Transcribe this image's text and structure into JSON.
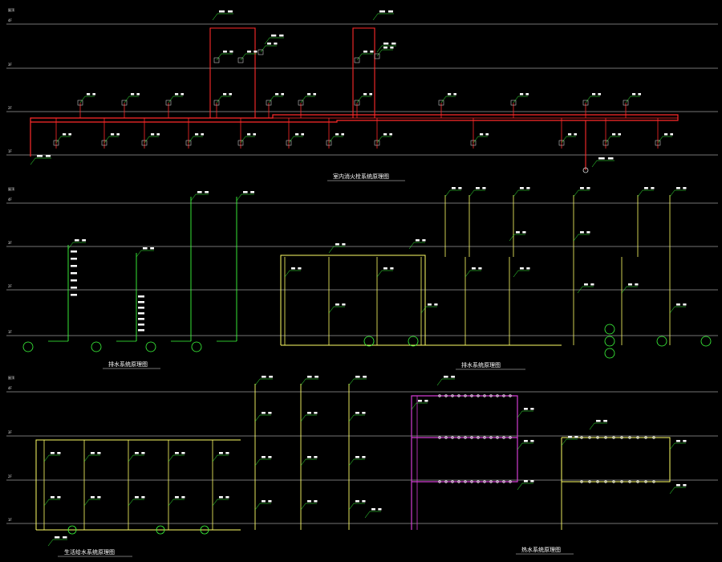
{
  "drawing": {
    "background": "#000000",
    "colors": {
      "floor_line": "#e6e6e6",
      "fire_pipe": "#ff2a2a",
      "drain_pipe": "#3cff3c",
      "supply_pipe": "#ffff66",
      "hot_water_pipe": "#d23cd2",
      "label_text": "#ffffff",
      "leader_line": "#3cff3c"
    },
    "panels": [
      {
        "id": "fire-hydrant",
        "title": "室内消火栓系统原理图",
        "floor_labels": [
          "屋顶",
          "4F",
          "3F",
          "2F",
          "1F"
        ]
      },
      {
        "id": "drainage",
        "title": "排水系统原理图",
        "floor_labels": [
          "屋顶",
          "4F",
          "3F",
          "2F",
          "1F"
        ]
      },
      {
        "id": "water-supply",
        "title": "生活给水系统原理图",
        "floor_labels": [
          "屋顶",
          "4F",
          "3F",
          "2F",
          "1F"
        ]
      },
      {
        "id": "hot-water",
        "title": "热水系统原理图",
        "floor_labels": []
      }
    ],
    "riser_tags": [
      "XL-1",
      "XL-2",
      "WL-1",
      "WL-2",
      "JL-1",
      "RL-1"
    ]
  }
}
